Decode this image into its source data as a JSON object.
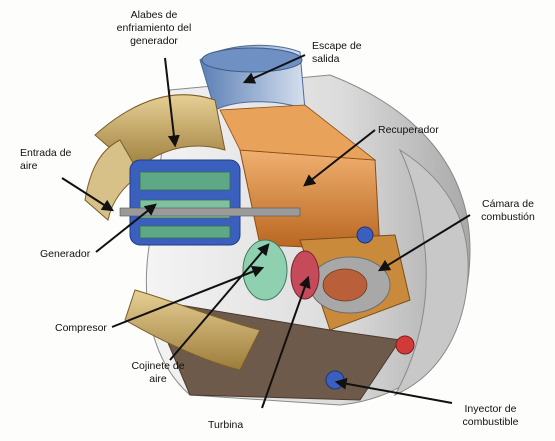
{
  "labels": {
    "alabes": "Alabes de\nenfriamiento del\ngenerador",
    "escape": "Escape de\nsalida",
    "entrada": "Entrada de\naire",
    "recuperador": "Recuperador",
    "camara": "Cámara de\ncombustión",
    "generador": "Generador",
    "compresor": "Compresor",
    "cojinete": "Cojinete de\naire",
    "turbina": "Turbina",
    "inyector": "Inyector de\ncombustible"
  },
  "colors": {
    "housing": "#e4e4e4",
    "housing_shadow": "#b9b9b9",
    "recuperator": "#d98a3a",
    "generator_blue": "#3b5fbf",
    "generator_green": "#5fa886",
    "exhaust_duct": "#7a9fc9",
    "inlet_gold": "#c9a861",
    "combustor": "#c07a2e",
    "arrow": "#111111"
  }
}
